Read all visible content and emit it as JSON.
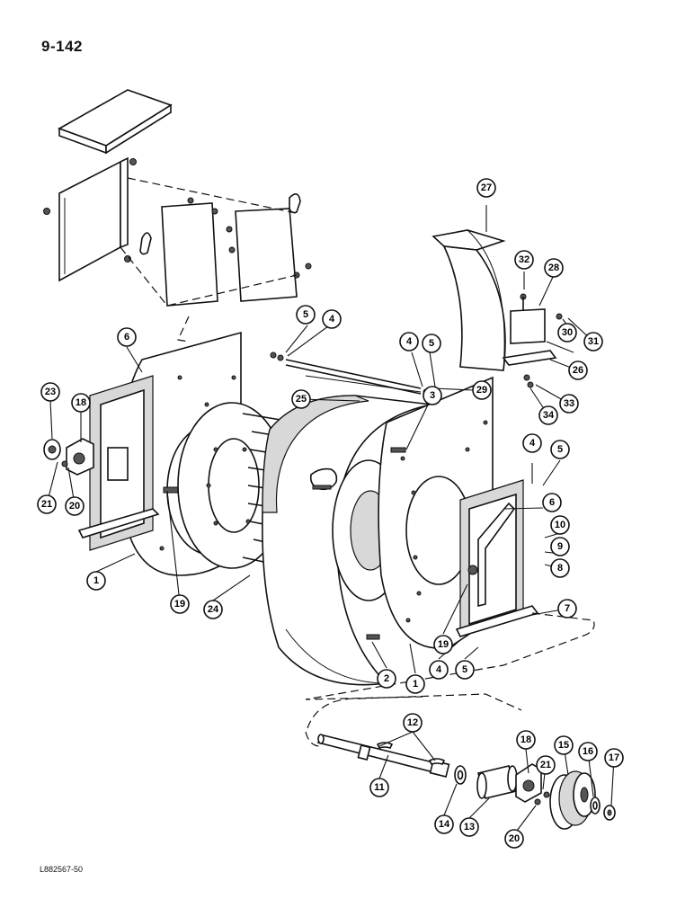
{
  "page": {
    "page_code": "9-142",
    "drawing_code": "L882567-50"
  },
  "callouts": {
    "c1a": "1",
    "c1b": "1",
    "c2": "2",
    "c3": "3",
    "c4a": "4",
    "c4b": "4",
    "c4c": "4",
    "c4d": "4",
    "c5a": "5",
    "c5b": "5",
    "c5c": "5",
    "c5d": "5",
    "c6a": "6",
    "c6b": "6",
    "c7": "7",
    "c8": "8",
    "c9": "9",
    "c10": "10",
    "c11": "11",
    "c12": "12",
    "c13": "13",
    "c14": "14",
    "c15": "15",
    "c16": "16",
    "c17": "17",
    "c18a": "18",
    "c18b": "18",
    "c19a": "19",
    "c19b": "19",
    "c20a": "20",
    "c20b": "20",
    "c21a": "21",
    "c21b": "21",
    "c23": "23",
    "c24": "24",
    "c25": "25",
    "c26": "26",
    "c27": "27",
    "c28": "28",
    "c29": "29",
    "c30": "30",
    "c31": "31",
    "c32": "32",
    "c33": "33",
    "c34": "34"
  }
}
